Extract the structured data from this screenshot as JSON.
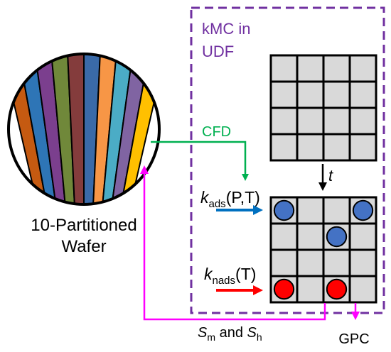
{
  "diagram": {
    "udf_box_label_line1": "kMC in",
    "udf_box_label_line2": "UDF",
    "cfd_label": "CFD",
    "time_label": "t",
    "wafer_label_line1": "10-Partitioned",
    "wafer_label_line2": "Wafer",
    "kads": {
      "symbol": "k",
      "subscript": "ads",
      "args": "(P,T)"
    },
    "knads": {
      "symbol": "k",
      "subscript": "nads",
      "args": "(T)"
    },
    "feedback_label": {
      "s1": "S",
      "s1_sub": "m",
      "and": " and ",
      "s2": "S",
      "s2_sub": "h"
    },
    "gpc_label": "GPC"
  },
  "colors": {
    "udf_box": "#7030a0",
    "udf_text": "#7030a0",
    "cfd": "#00b050",
    "adsorption_arrow": "#0070c0",
    "non_adsorption_arrow": "#ff0000",
    "feedback": "#ff00ff",
    "grid_fill": "#d9d9d9",
    "molecule_blue": "#4472c4",
    "molecule_red": "#ff0000",
    "wafer_stripes": [
      "#c55a11",
      "#2e75b6",
      "#7b3f8e",
      "#70883a",
      "#843c3c",
      "#3a6aa8",
      "#f79646",
      "#4bacc6",
      "#8064a2",
      "#ffc000"
    ]
  },
  "grid_top": {
    "rows": 4,
    "cols": 4
  },
  "grid_bottom": {
    "rows": 4,
    "cols": 4,
    "molecules": [
      {
        "row": 0,
        "col": 0,
        "type": "adsorbed"
      },
      {
        "row": 0,
        "col": 3,
        "type": "adsorbed"
      },
      {
        "row": 1,
        "col": 2,
        "type": "adsorbed"
      },
      {
        "row": 3,
        "col": 0,
        "type": "non-adsorbed"
      },
      {
        "row": 3,
        "col": 2,
        "type": "non-adsorbed"
      }
    ]
  }
}
